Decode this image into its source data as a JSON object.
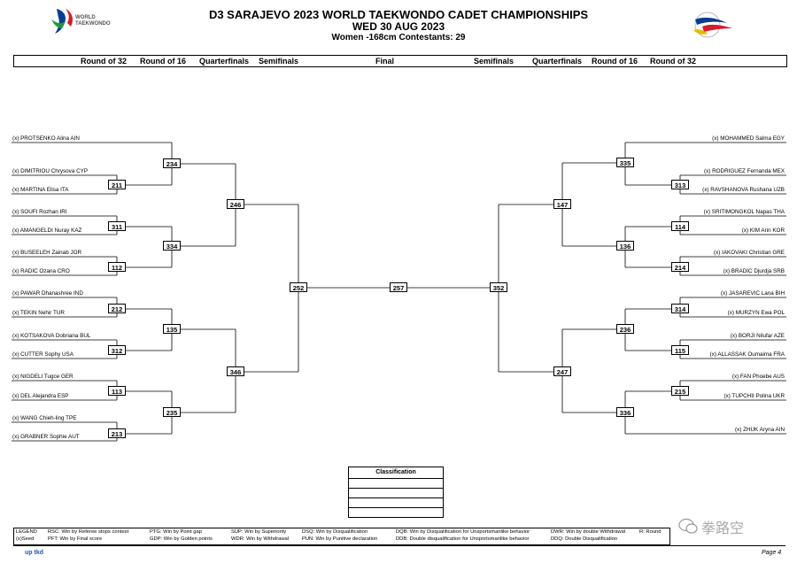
{
  "header": {
    "title": "D3 SARAJEVO 2023 WORLD TAEKWONDO CADET CHAMPIONSHIPS",
    "date": "WED 30 AUG 2023",
    "category": "Women -168cm  Contestants: 29",
    "logo_left_text_1": "WORLD",
    "logo_left_text_2": "TAEKWONDO"
  },
  "rounds": {
    "left": [
      "Round of 32",
      "Round of 16",
      "Quarterfinals",
      "Semifinals"
    ],
    "center": "Final",
    "right": [
      "Semifinals",
      "Quarterfinals",
      "Round of 16",
      "Round of 32"
    ]
  },
  "left_names": [
    "(x) PROTSENKO Alina AIN",
    "(x) DIMITRIOU Chrysova CYP",
    "(x) MARTINA Elisa ITA",
    "(x) SOUFI Rozhan IRI",
    "(x) AMANGELDI Nuray KAZ",
    "(x) BUSEELEH Zainab JOR",
    "(x) RADIC Ozana CRO",
    "(x) PAWAR Dhanashree IND",
    "(x) TEKIN Nehir TUR",
    "(x) KOTSAKOVA Dobriana BUL",
    "(x) CUTTER Sophy USA",
    "(x) NIGDELI Tugce GER",
    "(x) DEL Alejandra ESP",
    "(x) WANG Chieh-ling TPE",
    "(x) GRABNER Sophie AUT"
  ],
  "right_names": [
    "(x) MOHAMMED Salma EGY",
    "(x) RODRIGUEZ Fernanda MEX",
    "(x) RAVSHANOVA Rushana UZB",
    "(x) SRITIMONGKOL Napas THA",
    "(x) KIM Arin KOR",
    "(x) IAKOVAKI Christian GRE",
    "(x) BRADIC Djurdja SRB",
    "(x) JASAREVIC Lana BIH",
    "(x) MURZYN Ewa POL",
    "(x) BORJI Nilufar AZE",
    "(x) ALLASSAK Oumaima FRA",
    "(x) FAN Phoebe AUS",
    "(x) TUPCHII Polina UKR",
    "(x) ZHUK Aryna AIN"
  ],
  "matches": {
    "l_r32": [
      "211",
      "311",
      "112",
      "212",
      "312",
      "113",
      "213"
    ],
    "l_r16": [
      "234",
      "334",
      "135",
      "235"
    ],
    "l_qf": [
      "246",
      "346"
    ],
    "l_sf": "252",
    "final": "257",
    "r_sf": "352",
    "r_qf": [
      "147",
      "247"
    ],
    "r_r16": [
      "335",
      "136",
      "236",
      "336"
    ],
    "r_r32": [
      "313",
      "114",
      "214",
      "314",
      "115",
      "215"
    ]
  },
  "classification": {
    "title": "Classification"
  },
  "legend": {
    "row1": [
      "LEGEND",
      "RSC: Win by Referee stops contest",
      "PTG: Win by Point gap",
      "SUP: Win by Superiority",
      "DSQ: Win by Disqualification",
      "DQB: Win by Disqualification for Unsportsmanlike behavior",
      "DWR: Win by double Withdrawal",
      "R: Round"
    ],
    "row2": [
      "(x)Seed",
      "PFT: Win by Final score",
      "GDP: Win by Golden points",
      "WDR: Win by Withdrawal",
      "PUN: Win by Punitive declaration",
      "DDB: Double disqualification for Unsportsmanlike behavior",
      "DDQ: Double Disqualification"
    ]
  },
  "footer": {
    "brand": "up tkd",
    "page": "Page 4",
    "watermark": "拳路空"
  }
}
